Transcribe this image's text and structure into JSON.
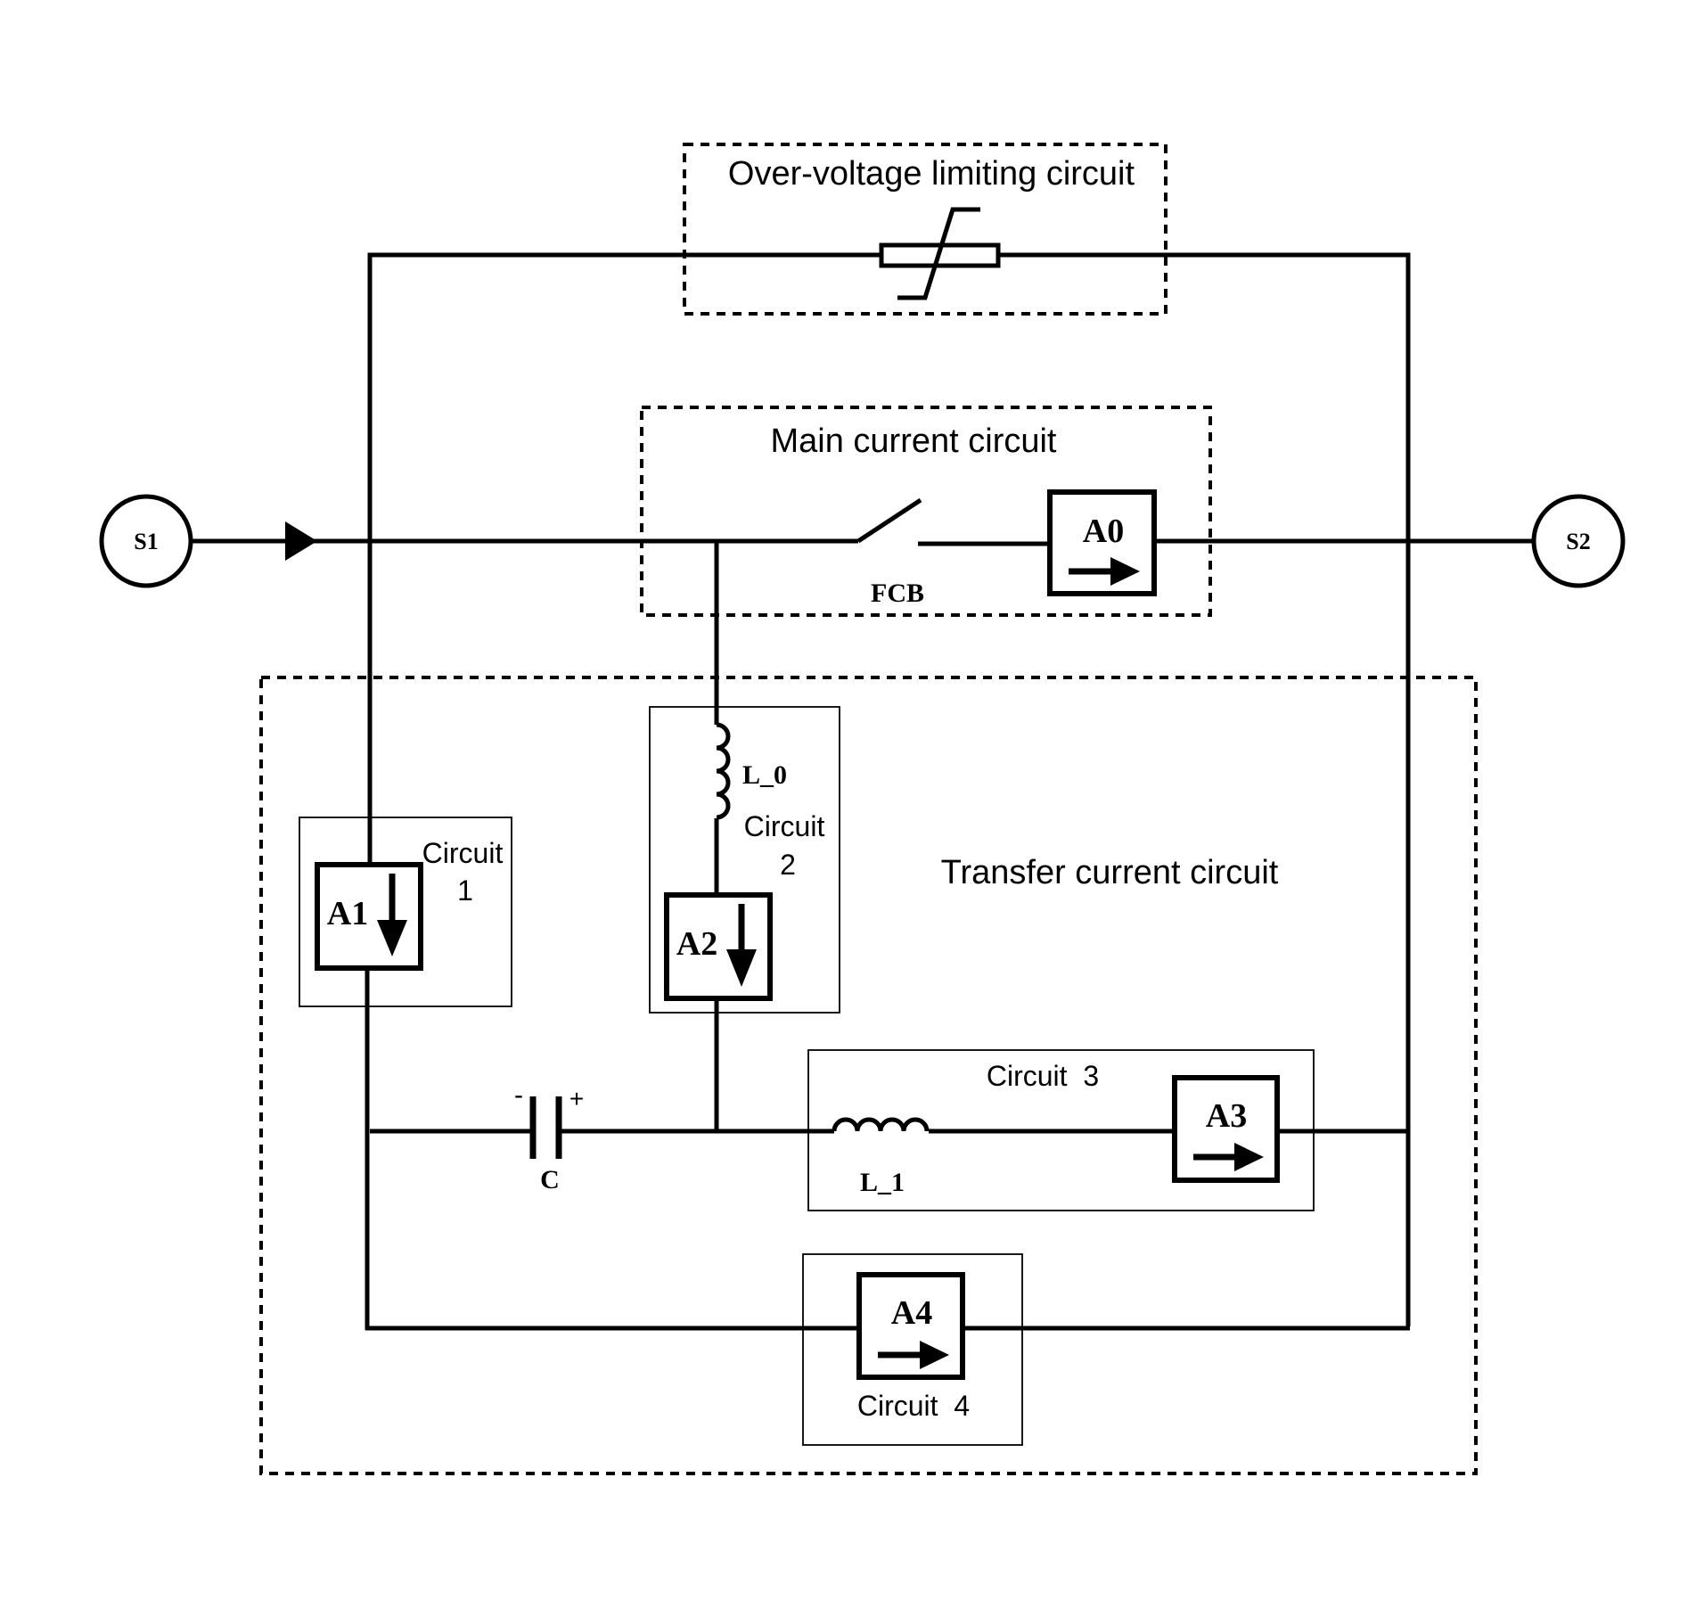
{
  "sections": {
    "overvoltage": "Over-voltage limiting circuit",
    "main": "Main current circuit",
    "transfer": "Transfer current circuit"
  },
  "nodes": {
    "s1": "S1",
    "s2": "S2"
  },
  "switches": {
    "a0": "A0",
    "a1": "A1",
    "a2": "A2",
    "a3": "A3",
    "a4": "A4"
  },
  "components": {
    "fcb": "FCB",
    "l0": "L_0",
    "l1": "L_1",
    "c": "C",
    "c_minus": "-",
    "c_plus": "+"
  },
  "subcircuits": {
    "c1_line1": "Circuit",
    "c1_line2": "1",
    "c2_line1": "Circuit",
    "c2_line2": "2",
    "c3": "Circuit  3",
    "c4": "Circuit  4"
  }
}
